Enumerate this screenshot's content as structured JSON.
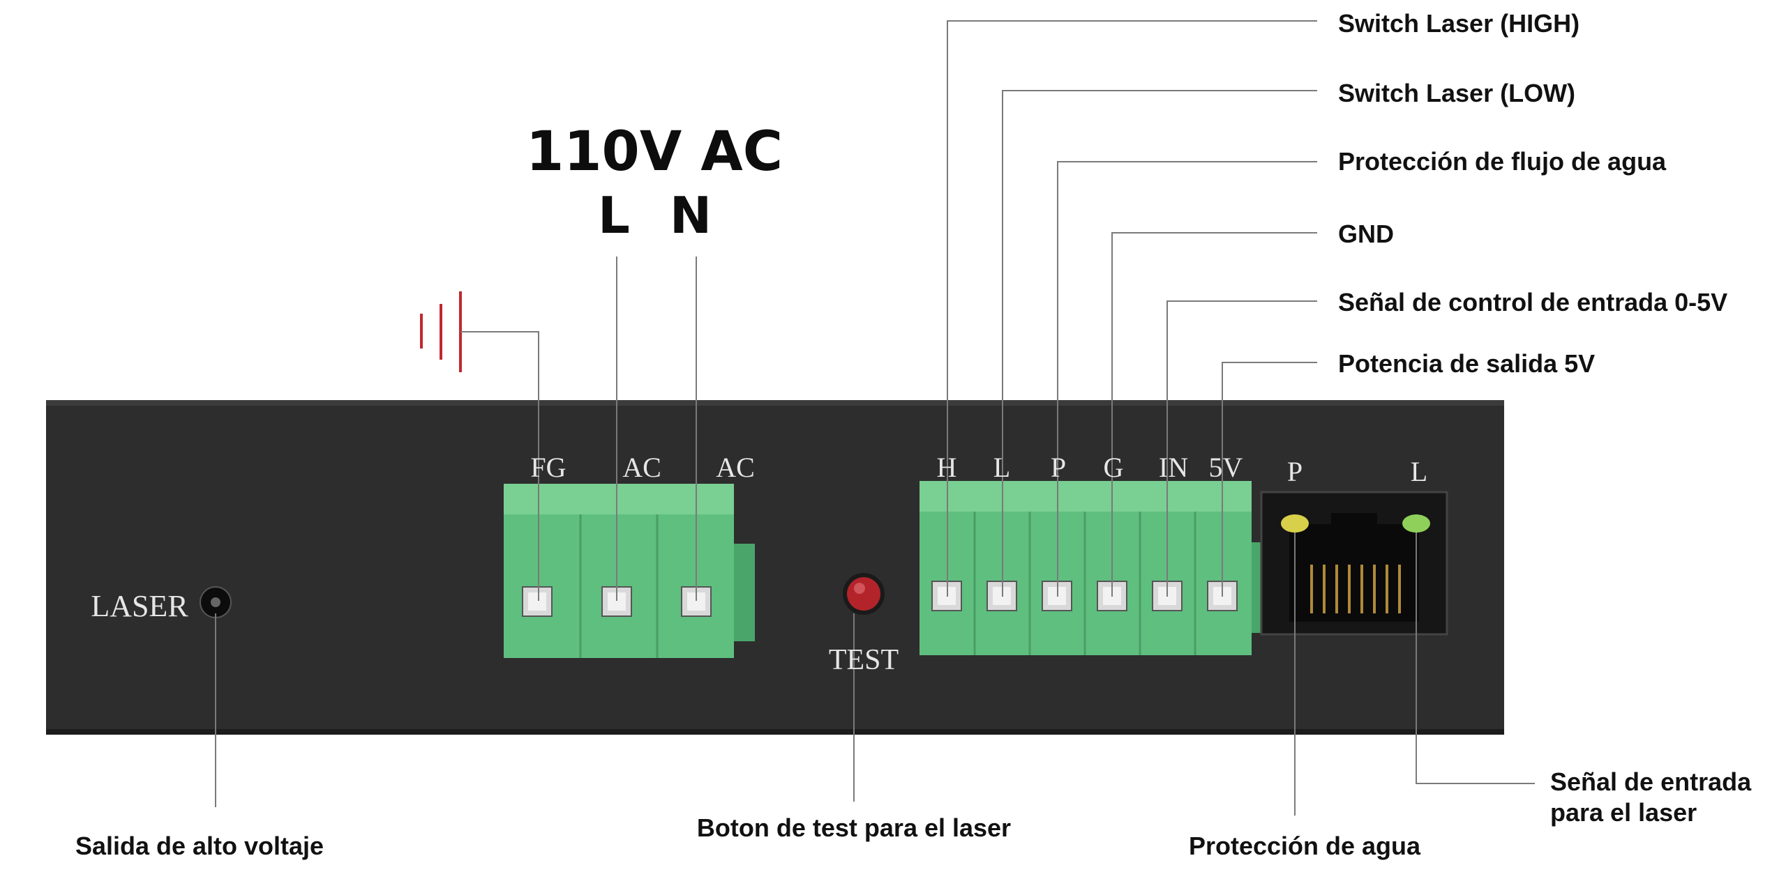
{
  "power": {
    "title": "110V AC",
    "l": "L",
    "n": "N"
  },
  "panel_labels": {
    "ac_block": [
      "FG",
      "AC",
      "AC"
    ],
    "signal_block": [
      "H",
      "L",
      "P",
      "G",
      "IN",
      "5V"
    ],
    "rj45": [
      "P",
      "L"
    ],
    "laser": "LASER",
    "test": "TEST"
  },
  "callouts": {
    "right": [
      "Switch Laser (HIGH)",
      "Switch Laser (LOW)",
      "Protección de flujo de agua",
      "GND",
      "Señal de control de entrada 0-5V",
      "Potencia de salida 5V"
    ],
    "bottom_left": "Salida de alto voltaje",
    "bottom_test": "Boton de test para el laser",
    "bottom_water": "Protección de agua",
    "bottom_signal_line1": "Señal de entrada",
    "bottom_signal_line2": "para el laser"
  },
  "colors": {
    "panel": "#2b2b2c",
    "terminal_green": "#5fbf7f",
    "ground_symbol": "#c0282d",
    "test_button": "#b3242a",
    "led_yellow": "#d8d04a",
    "led_green": "#8fd05a"
  },
  "icons": [
    "ground-symbol-icon",
    "test-button-icon",
    "rj45-port-icon"
  ]
}
